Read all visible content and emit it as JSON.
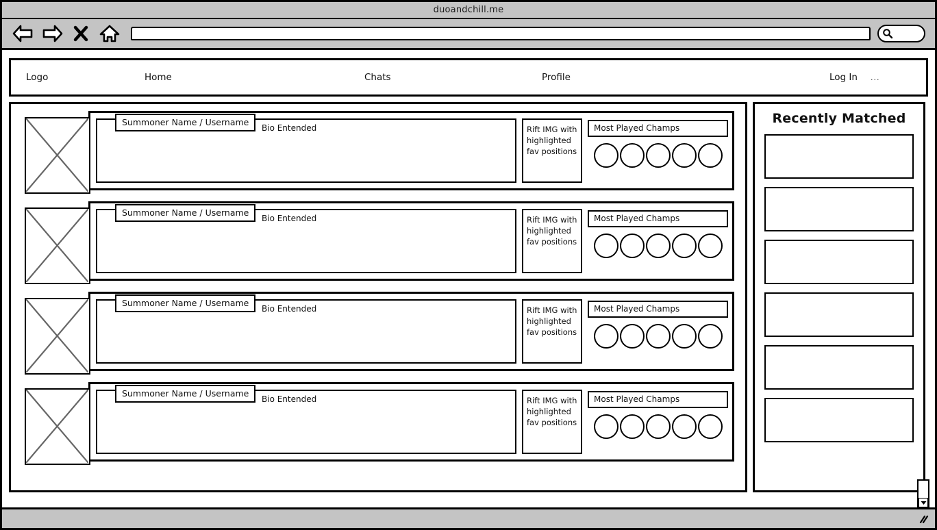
{
  "browser": {
    "title": "duoandchill.me",
    "address_value": "",
    "address_placeholder": "",
    "search_value": "",
    "search_placeholder": "",
    "nav_icons": [
      {
        "name": "back-icon",
        "label": "Back"
      },
      {
        "name": "forward-icon",
        "label": "Forward"
      },
      {
        "name": "stop-icon",
        "label": "Stop"
      },
      {
        "name": "home-icon",
        "label": "Home"
      }
    ],
    "search_icon": "search-icon",
    "resize_grip_icon": "resize-grip-icon",
    "scroll_down_icon": "chevron-down-icon"
  },
  "site_nav": {
    "logo": "Logo",
    "items": [
      {
        "label": "Home"
      },
      {
        "label": "Chats"
      },
      {
        "label": "Profile"
      }
    ],
    "login": "Log In",
    "overflow": "..."
  },
  "feed": {
    "cards": [
      {
        "avatar_placeholder": "image-placeholder",
        "name": "Summoner Name / Username",
        "bio": "Bio Entended",
        "rift": "Rift IMG with highlighted fav positions",
        "champs_label": "Most Played Champs",
        "champ_count": 5
      },
      {
        "avatar_placeholder": "image-placeholder",
        "name": "Summoner Name / Username",
        "bio": "Bio Entended",
        "rift": "Rift IMG with highlighted fav positions",
        "champs_label": "Most Played Champs",
        "champ_count": 5
      },
      {
        "avatar_placeholder": "image-placeholder",
        "name": "Summoner Name / Username",
        "bio": "Bio Entended",
        "rift": "Rift IMG with highlighted fav positions",
        "champs_label": "Most Played Champs",
        "champ_count": 5
      },
      {
        "avatar_placeholder": "image-placeholder",
        "name": "Summoner Name / Username",
        "bio": "Bio Entended",
        "rift": "Rift IMG with highlighted fav positions",
        "champs_label": "Most Played Champs",
        "champ_count": 5
      }
    ]
  },
  "sidebar": {
    "title": "Recently Matched",
    "cards": [
      {
        "label": ""
      },
      {
        "label": ""
      },
      {
        "label": ""
      },
      {
        "label": ""
      },
      {
        "label": ""
      },
      {
        "label": ""
      }
    ]
  },
  "colors": {
    "chrome_gray": "#c4c4c4",
    "ink": "#000000",
    "page_bg": "#ffffff",
    "placeholder_stroke": "#666666"
  }
}
